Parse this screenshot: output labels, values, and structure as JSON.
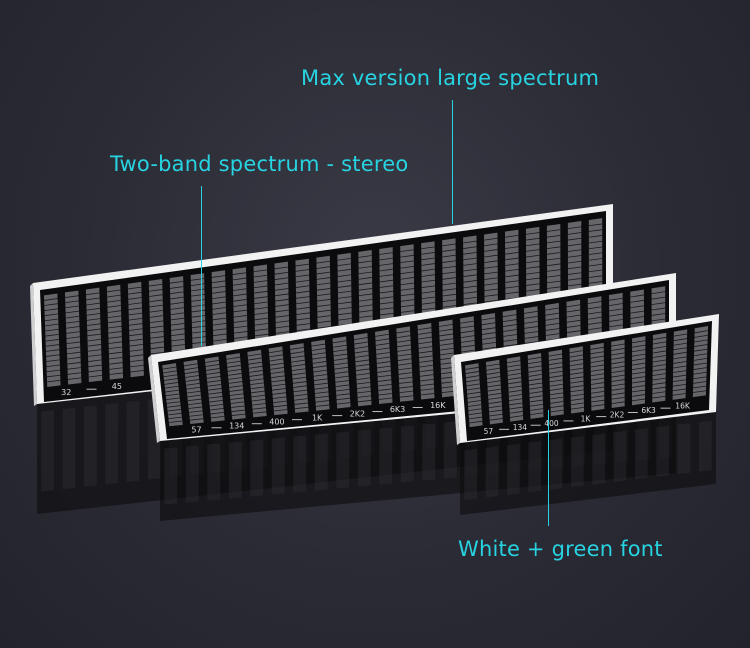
{
  "callouts": {
    "max_version": "Max version large spectrum",
    "two_band": "Two-band spectrum - stereo",
    "white_green": "White + green font"
  },
  "panels": {
    "large": {
      "labels": [
        "32",
        "45"
      ]
    },
    "middle": {
      "labels": [
        "57",
        "134",
        "400",
        "1K",
        "2K2",
        "6K3",
        "16K"
      ]
    },
    "small": {
      "labels": [
        "57",
        "134",
        "400",
        "1K",
        "2K2",
        "6K3",
        "16K"
      ]
    }
  },
  "colors": {
    "accent": "#27d3e0",
    "background": "#2c2c36",
    "panel_frame": "#f2f2f2",
    "panel_face": "#0b0b0e"
  }
}
